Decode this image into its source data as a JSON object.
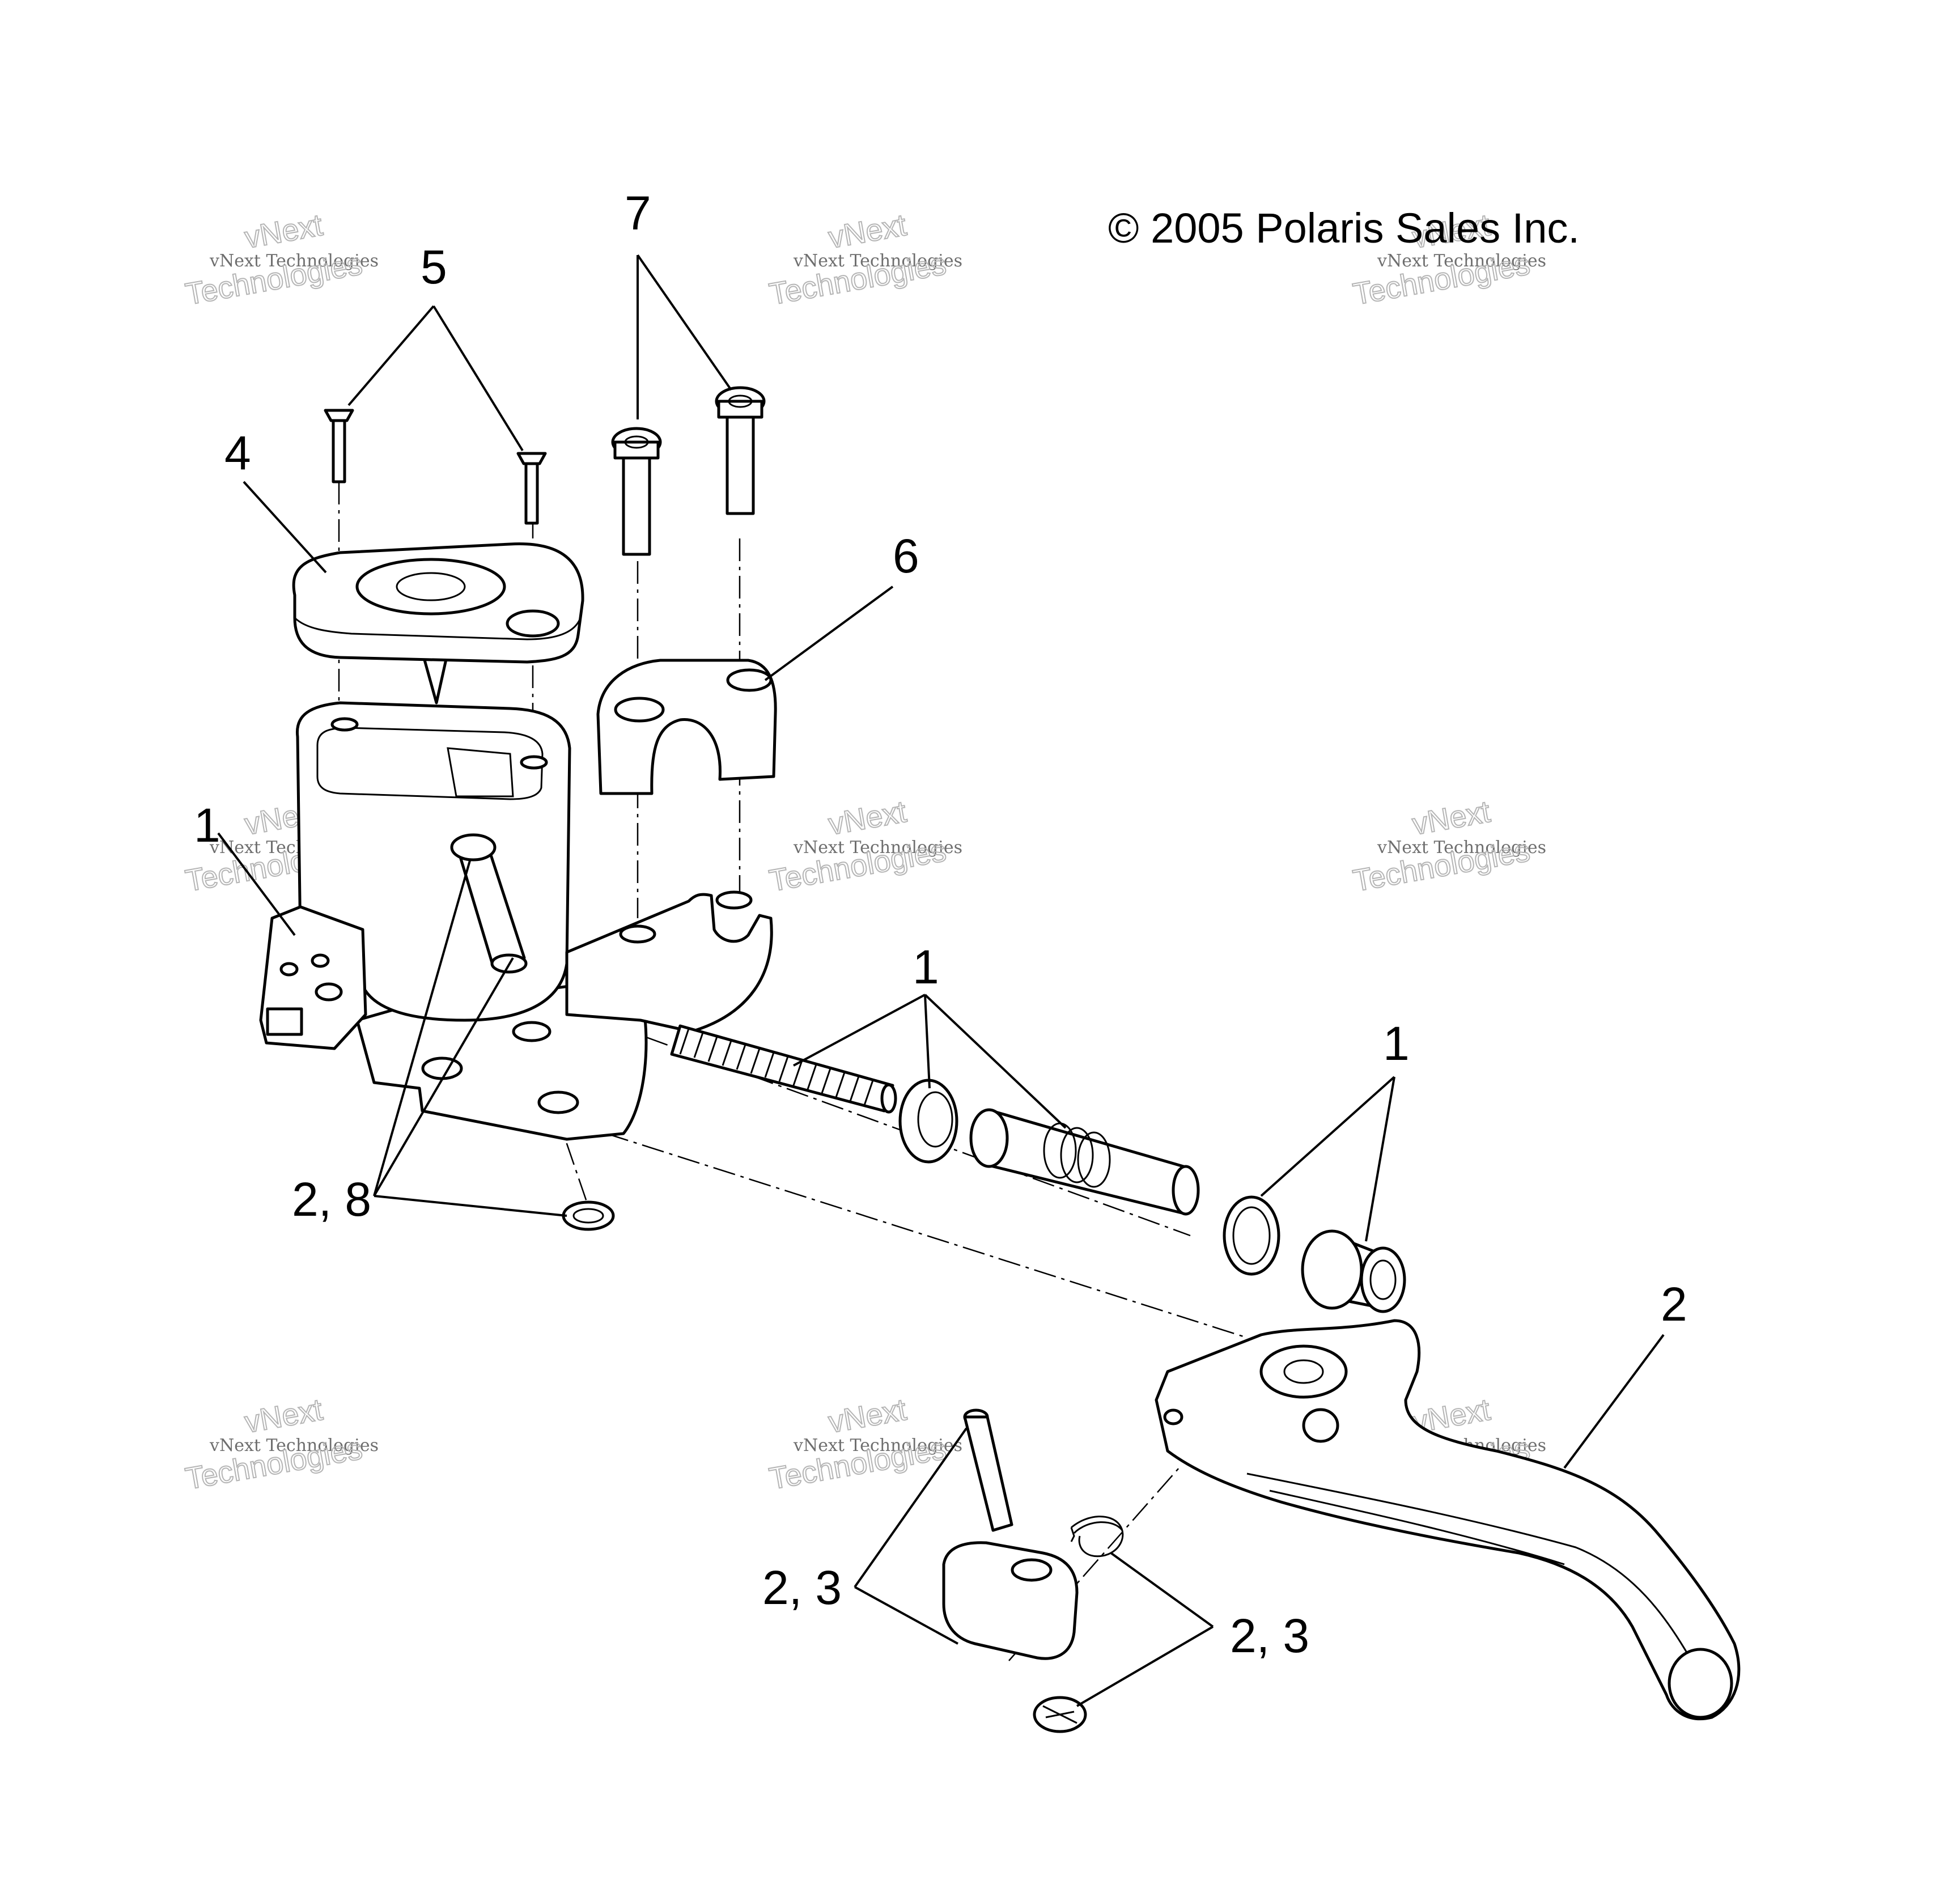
{
  "copyright": "© 2005 Polaris Sales Inc.",
  "watermark": {
    "small": "vNext Technologies",
    "large_line1": "vNext",
    "large_line2": "Technologies"
  },
  "callouts": {
    "c7": "7",
    "c5": "5",
    "c4": "4",
    "c6": "6",
    "c1_body": "1",
    "c1_piston": "1",
    "c1_boot": "1",
    "c28": "2, 8",
    "c2_lever": "2",
    "c23_pin": "2,  3",
    "c23_spring": "2,  3"
  }
}
